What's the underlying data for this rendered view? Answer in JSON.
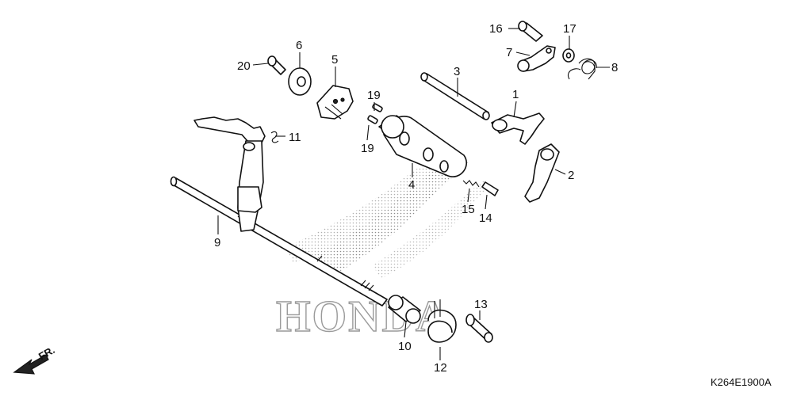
{
  "diagram": {
    "callouts": [
      "1",
      "2",
      "3",
      "4",
      "5",
      "6",
      "7",
      "8",
      "9",
      "10",
      "11",
      "12",
      "13",
      "14",
      "15",
      "16",
      "17",
      "19",
      "19",
      "20"
    ],
    "watermark": "HONDA",
    "direction": "FR.",
    "diagram_code": "K264E1900A"
  }
}
